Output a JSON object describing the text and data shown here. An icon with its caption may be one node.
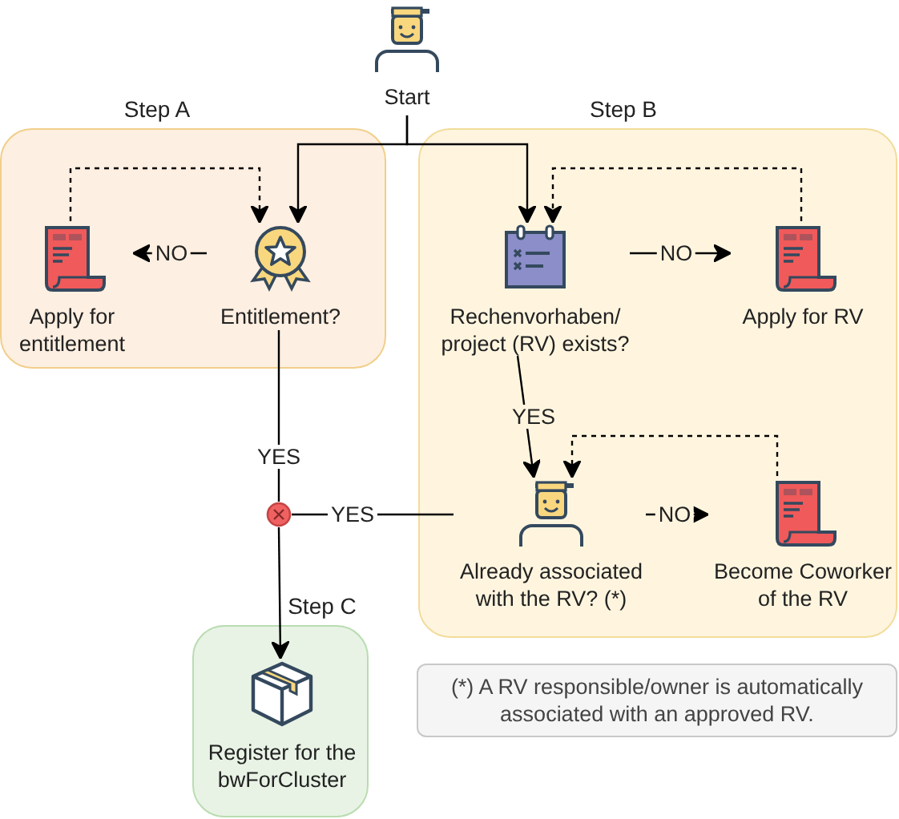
{
  "diagram": {
    "nodes": [
      {
        "text": [
          "Step A"
        ]
      },
      {
        "text": [
          "Apply for entitlement"
        ],
        "in": 0
      },
      {
        "text": [
          "Entitlement?"
        ],
        "in": 0
      },
      {
        "text": [
          "Step B"
        ]
      },
      {
        "text": [
          "Rechenvorhaben/ project (RV) exists?"
        ],
        "in": 3
      },
      {
        "text": [
          "Apply for RV"
        ],
        "in": 3
      },
      {
        "text": [
          "Already associated with the RV? (*)"
        ],
        "in": 3
      },
      {
        "text": [
          "Become Coworker of the RV"
        ],
        "in": 3
      },
      {
        "text": [
          "Step C"
        ]
      },
      {
        "text": [
          "Register for the bwForCluster"
        ],
        "in": 8
      },
      {
        "text": [
          "Start"
        ]
      },
      {
        "text": [],
        "shape": "circle"
      },
      {
        "text": [
          "(*) A RV responsible/owner is automatically associated with an approved RV."
        ]
      }
    ],
    "edges": [
      {
        "from": 10,
        "to": 2,
        "arrow": "to"
      },
      {
        "from": 10,
        "to": 4,
        "arrow": "to"
      },
      {
        "from": 2,
        "to": 1,
        "arrow": "to",
        "label": "NO"
      },
      {
        "from": 1,
        "to": 2,
        "arrow": "to",
        "style": "dashed"
      },
      {
        "from": 4,
        "to": 5,
        "arrow": "to",
        "label": "NO"
      },
      {
        "from": 5,
        "to": 4,
        "arrow": "to",
        "style": "dashed"
      },
      {
        "from": 4,
        "to": 6,
        "arrow": "to",
        "label": "YES"
      },
      {
        "from": 6,
        "to": 7,
        "arrow": "to",
        "label": "NO"
      },
      {
        "from": 7,
        "to": 6,
        "arrow": "to",
        "style": "dashed"
      },
      {
        "from": 2,
        "to": 11,
        "arrow": "none",
        "label": "YES"
      },
      {
        "from": 6,
        "to": 11,
        "arrow": "none",
        "label": "YES"
      },
      {
        "from": 11,
        "to": 9,
        "arrow": "to"
      }
    ]
  }
}
